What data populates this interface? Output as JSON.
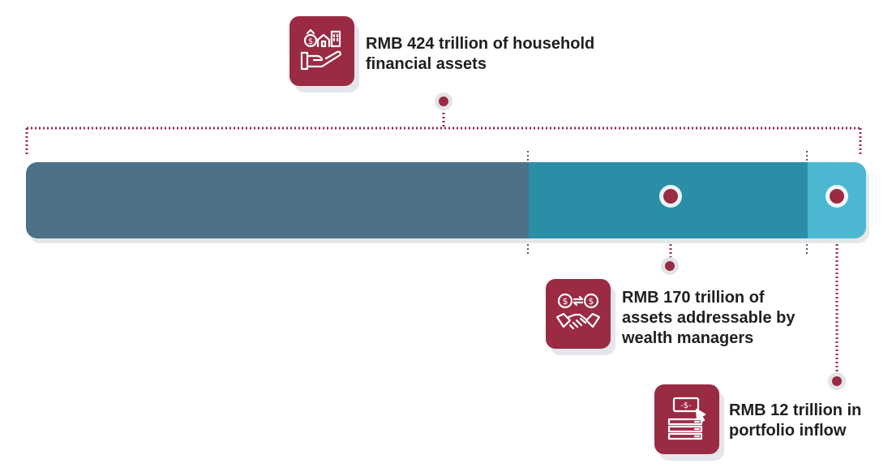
{
  "callouts": [
    {
      "text_line1": "RMB 424 trillion of household",
      "text_line2": "financial assets",
      "icon": "money-house-hand-icon"
    },
    {
      "text_line1": "RMB 170 trillion of",
      "text_line2": "assets addressable by",
      "text_line3": "wealth managers",
      "icon": "handshake-currency-exchange-icon"
    },
    {
      "text_line1": "RMB 12 trillion in",
      "text_line2": "portfolio inflow",
      "icon": "server-dollar-click-icon"
    }
  ],
  "colors": {
    "accent": "#9b2a43",
    "segment_1": "#4d7186",
    "segment_2": "#2a8fa6",
    "segment_3": "#4cb7d1"
  }
}
